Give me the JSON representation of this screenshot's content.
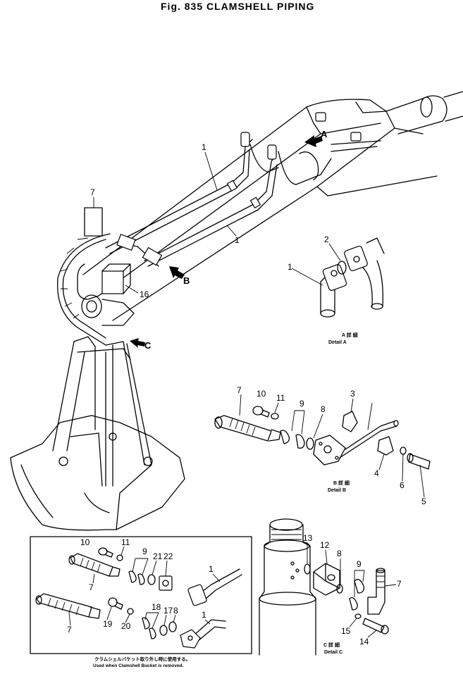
{
  "title": "Fig. 835   CLAMSHELL PIPING",
  "details": {
    "a_jp": "A 詳 細",
    "a": "Detail A",
    "b_jp": "B 詳 細",
    "b": "Detail B",
    "c_jp": "C 詳 細",
    "c": "Detail C"
  },
  "arrows": {
    "a": "A",
    "b": "B",
    "c": "C"
  },
  "note": {
    "jp": "クラムシェルバケット取り外し時に使用する。",
    "en": "Used when Clamshell Bucket is removed."
  },
  "callouts": {
    "main": {
      "p1a": "1",
      "p1b": "1",
      "p7": "7",
      "p16": "16"
    },
    "detail_a": {
      "p1": "1",
      "p2": "2"
    },
    "detail_b": {
      "p3": "3",
      "p4": "4",
      "p5": "5",
      "p6": "6",
      "p7": "7",
      "p8": "8",
      "p9": "9",
      "p10": "10",
      "p11": "11"
    },
    "detail_c": {
      "p7": "7",
      "p8": "8",
      "p9": "9",
      "p12": "12",
      "p13": "13",
      "p14": "14",
      "p15": "15"
    },
    "inset": {
      "p1a": "1",
      "p1b": "1",
      "p7a": "7",
      "p7b": "7",
      "p8": "8",
      "p9a": "9",
      "p10": "10",
      "p11": "11",
      "p17": "17",
      "p18": "18",
      "p19": "19",
      "p20": "20",
      "p21": "21",
      "p22": "22"
    }
  }
}
